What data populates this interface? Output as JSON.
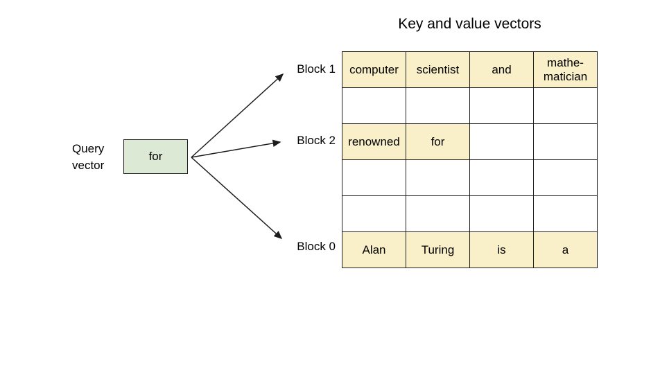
{
  "title": "Key and value vectors",
  "colors": {
    "cell_highlight": "#F9EFC9",
    "query_box_fill": "#DCE9D5",
    "border": "#1c1c1c",
    "arrow": "#1c1c1c"
  },
  "query": {
    "label": "Query\nvector",
    "value": "for"
  },
  "blocks": [
    {
      "label": "Block 1"
    },
    {
      "label": "Block 2"
    },
    {
      "label": "Block 0"
    }
  ],
  "table": {
    "rows": [
      {
        "cells": [
          {
            "text": "computer",
            "highlighted": true
          },
          {
            "text": "scientist",
            "highlighted": true
          },
          {
            "text": "and",
            "highlighted": true
          },
          {
            "text": "mathe-\nmatician",
            "highlighted": true
          }
        ]
      },
      {
        "cells": [
          {
            "text": "",
            "highlighted": false
          },
          {
            "text": "",
            "highlighted": false
          },
          {
            "text": "",
            "highlighted": false
          },
          {
            "text": "",
            "highlighted": false
          }
        ]
      },
      {
        "cells": [
          {
            "text": "renowned",
            "highlighted": true
          },
          {
            "text": "for",
            "highlighted": true
          },
          {
            "text": "",
            "highlighted": false
          },
          {
            "text": "",
            "highlighted": false
          }
        ]
      },
      {
        "cells": [
          {
            "text": "",
            "highlighted": false
          },
          {
            "text": "",
            "highlighted": false
          },
          {
            "text": "",
            "highlighted": false
          },
          {
            "text": "",
            "highlighted": false
          }
        ]
      },
      {
        "cells": [
          {
            "text": "",
            "highlighted": false
          },
          {
            "text": "",
            "highlighted": false
          },
          {
            "text": "",
            "highlighted": false
          },
          {
            "text": "",
            "highlighted": false
          }
        ]
      },
      {
        "cells": [
          {
            "text": "Alan",
            "highlighted": true
          },
          {
            "text": "Turing",
            "highlighted": true
          },
          {
            "text": "is",
            "highlighted": true
          },
          {
            "text": "a",
            "highlighted": true
          }
        ]
      }
    ]
  }
}
